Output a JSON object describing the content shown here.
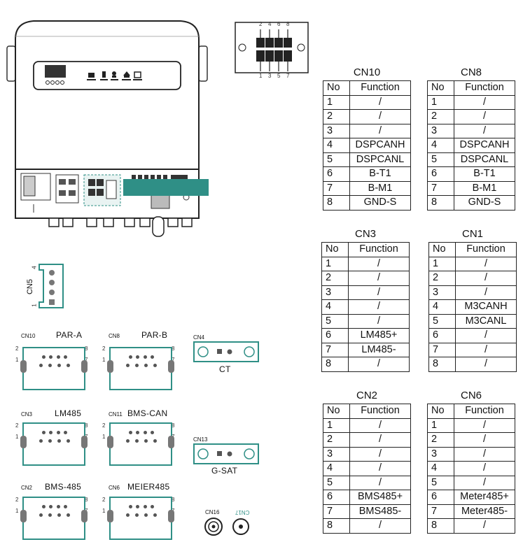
{
  "tables": [
    {
      "id": "cn10",
      "title": "CN10",
      "header": [
        "No",
        "Function"
      ],
      "rows": [
        [
          "1",
          "/"
        ],
        [
          "2",
          "/"
        ],
        [
          "3",
          "/"
        ],
        [
          "4",
          "DSPCANH"
        ],
        [
          "5",
          "DSPCANL"
        ],
        [
          "6",
          "B-T1"
        ],
        [
          "7",
          "B-M1"
        ],
        [
          "8",
          "GND-S"
        ]
      ]
    },
    {
      "id": "cn8",
      "title": "CN8",
      "header": [
        "No",
        "Function"
      ],
      "rows": [
        [
          "1",
          "/"
        ],
        [
          "2",
          "/"
        ],
        [
          "3",
          "/"
        ],
        [
          "4",
          "DSPCANH"
        ],
        [
          "5",
          "DSPCANL"
        ],
        [
          "6",
          "B-T1"
        ],
        [
          "7",
          "B-M1"
        ],
        [
          "8",
          "GND-S"
        ]
      ]
    },
    {
      "id": "cn3",
      "title": "CN3",
      "header": [
        "No",
        "Function"
      ],
      "rows": [
        [
          "1",
          "/"
        ],
        [
          "2",
          "/"
        ],
        [
          "3",
          "/"
        ],
        [
          "4",
          "/"
        ],
        [
          "5",
          "/"
        ],
        [
          "6",
          "LM485+"
        ],
        [
          "7",
          "LM485-"
        ],
        [
          "8",
          "/"
        ]
      ]
    },
    {
      "id": "cn1",
      "title": "CN1",
      "header": [
        "No",
        "Function"
      ],
      "rows": [
        [
          "1",
          "/"
        ],
        [
          "2",
          "/"
        ],
        [
          "3",
          "/"
        ],
        [
          "4",
          "M3CANH"
        ],
        [
          "5",
          "M3CANL"
        ],
        [
          "6",
          "/"
        ],
        [
          "7",
          "/"
        ],
        [
          "8",
          "/"
        ]
      ]
    },
    {
      "id": "cn2",
      "title": "CN2",
      "header": [
        "No",
        "Function"
      ],
      "rows": [
        [
          "1",
          "/"
        ],
        [
          "2",
          "/"
        ],
        [
          "3",
          "/"
        ],
        [
          "4",
          "/"
        ],
        [
          "5",
          "/"
        ],
        [
          "6",
          "BMS485+"
        ],
        [
          "7",
          "BMS485-"
        ],
        [
          "8",
          "/"
        ]
      ]
    },
    {
      "id": "cn6",
      "title": "CN6",
      "header": [
        "No",
        "Function"
      ],
      "rows": [
        [
          "1",
          "/"
        ],
        [
          "2",
          "/"
        ],
        [
          "3",
          "/"
        ],
        [
          "4",
          "/"
        ],
        [
          "5",
          "/"
        ],
        [
          "6",
          "Meter485+"
        ],
        [
          "7",
          "Meter485-"
        ],
        [
          "8",
          "/"
        ]
      ]
    }
  ],
  "pin_header": {
    "top_pins": [
      "2",
      "4",
      "6",
      "8"
    ],
    "bottom_pins": [
      "1",
      "3",
      "5",
      "7"
    ]
  },
  "cn5": {
    "label": "CN5",
    "pin_top": "4",
    "pin_bottom": "1"
  },
  "connectors": [
    {
      "id": "cn10",
      "cn": "CN10",
      "name": "PAR-A"
    },
    {
      "id": "cn8",
      "cn": "CN8",
      "name": "PAR-B"
    },
    {
      "id": "cn3",
      "cn": "CN3",
      "name": "LM485"
    },
    {
      "id": "cn11",
      "cn": "CN11",
      "name": "BMS-CAN"
    },
    {
      "id": "cn2",
      "cn": "CN2",
      "name": "BMS-485"
    },
    {
      "id": "cn6",
      "cn": "CN6",
      "name": "MEIER485"
    }
  ],
  "connector_pin_marks": {
    "left_top": "2",
    "left_bottom": "1",
    "right_top": "8",
    "right_bottom": "7"
  },
  "ct": {
    "cn": "CN4",
    "name": "CT"
  },
  "gsat": {
    "cn": "CN13",
    "name": "G-SAT"
  },
  "coax": {
    "cn16": "CN16",
    "cn17": "CN17"
  },
  "colors": {
    "accent": "#2f8f86",
    "line": "#222222"
  }
}
